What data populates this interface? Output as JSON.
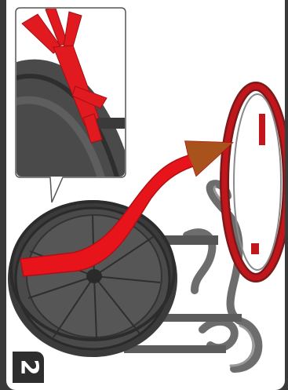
{
  "step": {
    "number": "2"
  },
  "colors": {
    "arrow": "#e8141b",
    "arrow_tip": "#a8531c",
    "wheel": "#3b3b3b",
    "frame_tube": "#6a6a6a",
    "push_rim": "#c0161c",
    "badge": "#2e2e2e"
  },
  "icons": [
    "wheel-illustration",
    "detail-inset",
    "direction-arrow",
    "push-rim-ring"
  ]
}
